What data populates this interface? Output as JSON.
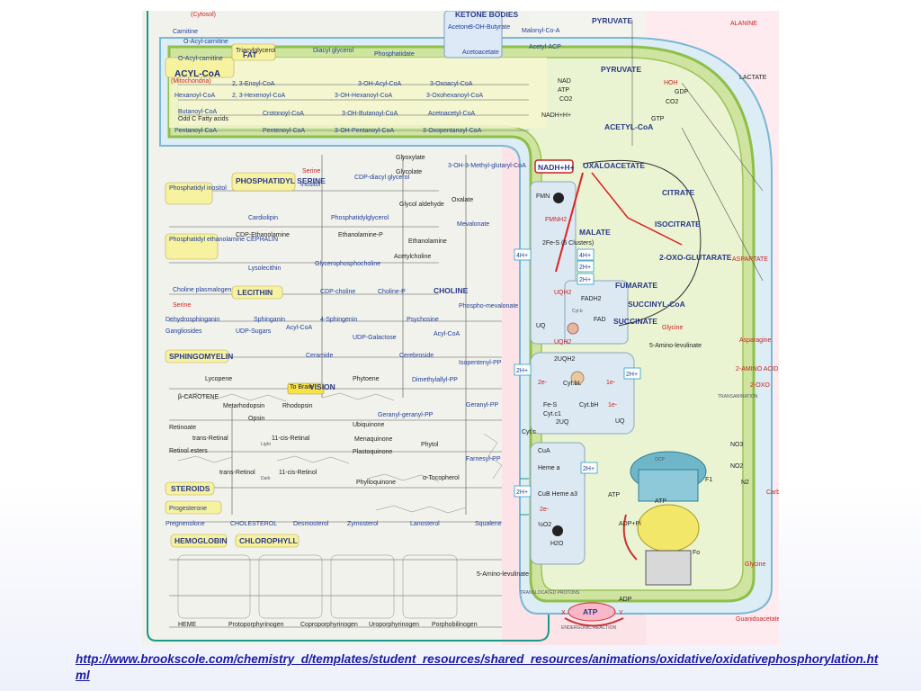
{
  "colors": {
    "page_bg": "#ffffff",
    "link": "#1a1aa8",
    "membrane_green": "#b9d77a",
    "matrix_blue": "#d9ecf4",
    "cytosol_pink": "#fbe3e8",
    "label_blue": "#1f3f9a",
    "enzyme_red": "#cc2222"
  },
  "link": {
    "text": "http://www.brookscole.com/chemistry_d/templates/student_resources/shared_resources/animations/oxidative/oxidativephosphorylation.html"
  },
  "diagram": {
    "compartments": {
      "cytosol": "(Cytosol)",
      "mitochondria": "(Mitochondria)",
      "ketone_bodies": "KETONE BODIES"
    },
    "fatty_acids": [
      {
        "id": "carnitine",
        "label": "Carnitine"
      },
      {
        "id": "o-acyl-carnitine",
        "label": "O-Acyl-carnitine"
      },
      {
        "id": "o-acyl-carnitine-mito",
        "label": "O-Acyl-carnitine"
      },
      {
        "id": "acyl-coa",
        "label": "ACYL-CoA"
      },
      {
        "id": "hexanoyl-coa",
        "label": "Hexanoyl-CoA"
      },
      {
        "id": "butanoyl-coa",
        "label": "Butanoyl-CoA"
      },
      {
        "id": "odd-c-fatty-acids",
        "label": "Odd C Fatty acids"
      },
      {
        "id": "pentanoyl-coa",
        "label": "Pentanoyl-CoA"
      },
      {
        "id": "enoyl-coa",
        "label": "2, 3-Enoyl-CoA"
      },
      {
        "id": "hexenoyl-coa",
        "label": "2, 3-Hexenoyl-CoA"
      },
      {
        "id": "crotonoyl-coa",
        "label": "Crotonoyl-CoA"
      },
      {
        "id": "pentenoyl-coa",
        "label": "Pentenoyl-CoA"
      },
      {
        "id": "oh-acyl-coa",
        "label": "3-OH-Acyl-CoA"
      },
      {
        "id": "oh-hexanoyl-coa",
        "label": "3-OH-Hexanoyl-CoA"
      },
      {
        "id": "oh-butanoyl-coa",
        "label": "3-OH-Butanoyl-CoA"
      },
      {
        "id": "oh-pentanoyl-coa",
        "label": "3-OH-Pentanoyl-CoA"
      },
      {
        "id": "oxoacyl-coa",
        "label": "3-Oxoacyl-CoA"
      },
      {
        "id": "oxohexanoyl-coa",
        "label": "3-Oxohexanoyl-CoA"
      },
      {
        "id": "acetoacetyl-coa",
        "label": "Acetoacetyl-CoA"
      },
      {
        "id": "oxopentanoyl-coa",
        "label": "3-Oxopentanoyl-CoA"
      },
      {
        "id": "triacylglycerol",
        "label": "Triacylglycerol"
      },
      {
        "id": "fat",
        "label": "FAT"
      },
      {
        "id": "diacylglycerol",
        "label": "Diacyl glycerol"
      },
      {
        "id": "phosphatidate",
        "label": "Phosphatidate"
      },
      {
        "id": "acetone",
        "label": "Acetone"
      },
      {
        "id": "oh-butyrate",
        "label": "3-OH-Butyrate"
      },
      {
        "id": "acetoacetate",
        "label": "Acetoacetate"
      },
      {
        "id": "malonyl-coa",
        "label": "Malonyl-Co-A"
      },
      {
        "id": "acetyl-acp",
        "label": "Acetyl-ACP"
      }
    ],
    "lipids": [
      {
        "id": "phosphatidylinositol",
        "label": "Phosphatidyl inositol"
      },
      {
        "id": "phosphatidylserine",
        "label": "PHOSPHATIDYL SERINE"
      },
      {
        "id": "serine-1",
        "label": "Serine"
      },
      {
        "id": "inositol",
        "label": "Inositol"
      },
      {
        "id": "cdp-diacylglycerol",
        "label": "CDP-diacyl glycerol"
      },
      {
        "id": "cardiolipin",
        "label": "Cardiolipin"
      },
      {
        "id": "phosphatidylglycerol",
        "label": "Phosphatidylglycerol"
      },
      {
        "id": "phosphatidylethanolamine",
        "label": "Phosphatidyl ethanolamine CEPHALIN"
      },
      {
        "id": "cdp-ethanolamine",
        "label": "CDP-Ethanolamine"
      },
      {
        "id": "ethanolamine-p",
        "label": "Ethanolamine-P"
      },
      {
        "id": "ethanolamine",
        "label": "Ethanolamine"
      },
      {
        "id": "lysolecithin",
        "label": "Lysolecithin"
      },
      {
        "id": "glycerophosphocholine",
        "label": "Glycerophosphocholine"
      },
      {
        "id": "acetylcholine",
        "label": "Acetylcholine"
      },
      {
        "id": "choline-plasmalogen",
        "label": "Choline plasmalogen"
      },
      {
        "id": "lecithin",
        "label": "LECITHIN"
      },
      {
        "id": "cdp-choline",
        "label": "CDP-choline"
      },
      {
        "id": "choline-p",
        "label": "Choline-P"
      },
      {
        "id": "choline",
        "label": "CHOLINE"
      },
      {
        "id": "serine-2",
        "label": "Serine"
      },
      {
        "id": "dehydrosphinganin",
        "label": "Dehydrosphinganin"
      },
      {
        "id": "sphinganin",
        "label": "Sphinganin"
      },
      {
        "id": "sphingosine",
        "label": "4-Sphingenin"
      },
      {
        "id": "psychosine",
        "label": "Psychosine"
      },
      {
        "id": "gangliosides",
        "label": "Gangliosides"
      },
      {
        "id": "udp-sugars",
        "label": "UDP-Sugars"
      },
      {
        "id": "acyl-coa-2",
        "label": "Acyl-CoA"
      },
      {
        "id": "udp-galactose",
        "label": "UDP-Galactose"
      },
      {
        "id": "acyl-coa-3",
        "label": "Acyl-CoA"
      },
      {
        "id": "sphingomyelin",
        "label": "SPHINGOMYELIN"
      },
      {
        "id": "ceramide",
        "label": "Ceramide"
      },
      {
        "id": "cerebroside",
        "label": "Cerebroside"
      },
      {
        "id": "glyoxylate",
        "label": "Glyoxylate"
      },
      {
        "id": "glycolate",
        "label": "Glycolate"
      },
      {
        "id": "oh-methylglutaryl-coa",
        "label": "3-OH-3-Methyl-glutaryl-CoA"
      },
      {
        "id": "glycol-aldehyde",
        "label": "Glycol aldehyde"
      },
      {
        "id": "oxalate",
        "label": "Oxalate"
      },
      {
        "id": "mevalonate",
        "label": "Mevalonate"
      },
      {
        "id": "phosphomevalonate",
        "label": "Phospho-mevalonate"
      }
    ],
    "isoprenoids": [
      {
        "id": "isopentenyl-pp",
        "label": "Isopentenyl-PP"
      },
      {
        "id": "dimethylallyl-pp",
        "label": "Dimethylallyl-PP"
      },
      {
        "id": "geranyl-pp",
        "label": "Geranyl-PP"
      },
      {
        "id": "geranyl-geranyl-pp",
        "label": "Geranyl-geranyl-PP"
      },
      {
        "id": "farnesyl-pp",
        "label": "Farnesyl-PP"
      },
      {
        "id": "lycopene",
        "label": "Lycopene"
      },
      {
        "id": "phytoene",
        "label": "Phytoene"
      },
      {
        "id": "beta-carotene",
        "label": "β-CAROTENE"
      },
      {
        "id": "to-brain",
        "label": "To Brain"
      },
      {
        "id": "vision",
        "label": "VISION"
      },
      {
        "id": "metarhodopsin",
        "label": "Metarhodopsin"
      },
      {
        "id": "rhodopsin",
        "label": "Rhodopsin"
      },
      {
        "id": "opsin",
        "label": "Opsin"
      },
      {
        "id": "retinoate",
        "label": "Retinoate"
      },
      {
        "id": "trans-retinal",
        "label": "trans-Retinal"
      },
      {
        "id": "cis-retinal",
        "label": "11-cis-Retinal"
      },
      {
        "id": "light",
        "label": "Light"
      },
      {
        "id": "retinol-esters",
        "label": "Retinol esters"
      },
      {
        "id": "trans-retinol",
        "label": "trans-Retinol"
      },
      {
        "id": "cis-retinol",
        "label": "11-cis-Retinol"
      },
      {
        "id": "dark",
        "label": "Dark"
      },
      {
        "id": "ubiquinone",
        "label": "Ubiquinone"
      },
      {
        "id": "menaquinone",
        "label": "Menaquinone"
      },
      {
        "id": "plastoquinone",
        "label": "Plastoquinone"
      },
      {
        "id": "phytol",
        "label": "Phytol"
      },
      {
        "id": "phylloquinone",
        "label": "Phylloquinone"
      },
      {
        "id": "tocopherol",
        "label": "α-Tocopherol"
      },
      {
        "id": "steroids",
        "label": "STEROIDS"
      },
      {
        "id": "progesterone",
        "label": "Progesterone"
      },
      {
        "id": "pregnenolone",
        "label": "Pregnenolone"
      },
      {
        "id": "cholesterol",
        "label": "CHOLESTEROL"
      },
      {
        "id": "desmosterol",
        "label": "Desmosterol"
      },
      {
        "id": "zymosterol",
        "label": "Zymosterol"
      },
      {
        "id": "lanosterol",
        "label": "Lanosterol"
      },
      {
        "id": "squalene",
        "label": "Squalene"
      }
    ],
    "porphyrins": [
      {
        "id": "hemoglobin",
        "label": "HEMOGLOBIN"
      },
      {
        "id": "chlorophyll",
        "label": "CHLOROPHYLL"
      },
      {
        "id": "heme",
        "label": "HEME"
      },
      {
        "id": "protoporphyrinogen",
        "label": "Protoporphyrinogen"
      },
      {
        "id": "coproporphyrinogen",
        "label": "Coproporphyrinogen"
      },
      {
        "id": "uroporphyrinogen",
        "label": "Uroporphyrinogen"
      },
      {
        "id": "porphobilinogen",
        "label": "Porphobilinogen"
      },
      {
        "id": "aminolevulinate",
        "label": "5-Amino-levulinate"
      },
      {
        "id": "translocated-protons",
        "label": "TRANSLOCATED PROTONS"
      }
    ],
    "citric_acid_cycle": [
      {
        "id": "pyruvate-top",
        "label": "PYRUVATE"
      },
      {
        "id": "pyruvate",
        "label": "PYRUVATE"
      },
      {
        "id": "acetyl-coa",
        "label": "ACETYL-CoA"
      },
      {
        "id": "oxaloacetate",
        "label": "OXALOACETATE"
      },
      {
        "id": "citrate",
        "label": "CITRATE"
      },
      {
        "id": "isocitrate",
        "label": "ISOCITRATE"
      },
      {
        "id": "oxoglutarate",
        "label": "2-OXO-GLUTARATE"
      },
      {
        "id": "succinyl-coa",
        "label": "SUCCINYL-CoA"
      },
      {
        "id": "succinate",
        "label": "SUCCINATE"
      },
      {
        "id": "fumarate",
        "label": "FUMARATE"
      },
      {
        "id": "malate",
        "label": "MALATE"
      },
      {
        "id": "alanine",
        "label": "ALANINE"
      },
      {
        "id": "lactate",
        "label": "LACTATE"
      },
      {
        "id": "aspartate",
        "label": "ASPARTATE"
      },
      {
        "id": "asparagine",
        "label": "Asparagine"
      },
      {
        "id": "amino-acid",
        "label": "2-AMINO ACID"
      },
      {
        "id": "oxo-acid",
        "label": "2-OXO"
      },
      {
        "id": "glycine",
        "label": "Glycine"
      },
      {
        "id": "glycine-2",
        "label": "Glycine"
      },
      {
        "id": "amino-levulinate-2",
        "label": "5-Amino-levulinate"
      },
      {
        "id": "guanidoacetate",
        "label": "Guanidoacetate"
      },
      {
        "id": "no3",
        "label": "NO3"
      },
      {
        "id": "no2",
        "label": "NO2"
      },
      {
        "id": "n2",
        "label": "N2"
      },
      {
        "id": "carb",
        "label": "Carb"
      },
      {
        "id": "transamination",
        "label": "TRANSAMINATION"
      },
      {
        "id": "nad",
        "label": "NAD"
      },
      {
        "id": "atp",
        "label": "ATP"
      },
      {
        "id": "co2",
        "label": "CO2"
      },
      {
        "id": "nadh-h",
        "label": "NADH+H+"
      },
      {
        "id": "hoh",
        "label": "HOH"
      },
      {
        "id": "gdp",
        "label": "GDP"
      },
      {
        "id": "gtp",
        "label": "GTP"
      },
      {
        "id": "co2-2",
        "label": "CO2"
      }
    ],
    "electron_transport": [
      {
        "id": "nadh-h-et",
        "label": "NADH+H+"
      },
      {
        "id": "fmn",
        "label": "FMN"
      },
      {
        "id": "fmnh2",
        "label": "FMNH2"
      },
      {
        "id": "fe-s-clusters",
        "label": "2Fe-S (5 Clusters)"
      },
      {
        "id": "4h-1",
        "label": "4H+"
      },
      {
        "id": "4h-2",
        "label": "4H+"
      },
      {
        "id": "2h-1",
        "label": "2H+"
      },
      {
        "id": "2h-2",
        "label": "2H+"
      },
      {
        "id": "2h-3",
        "label": "2H+"
      },
      {
        "id": "2h-4",
        "label": "2H+"
      },
      {
        "id": "2h-5",
        "label": "2H+"
      },
      {
        "id": "2h-6",
        "label": "2H+"
      },
      {
        "id": "uqh2-1",
        "label": "UQH2"
      },
      {
        "id": "uqh2-2",
        "label": "UQH2"
      },
      {
        "id": "uq-1",
        "label": "UQ"
      },
      {
        "id": "uq-2",
        "label": "UQ"
      },
      {
        "id": "fadh2",
        "label": "FADH2"
      },
      {
        "id": "fad",
        "label": "FAD"
      },
      {
        "id": "fe-s",
        "label": "Fe-S"
      },
      {
        "id": "cyt-b",
        "label": "Cyt.b"
      },
      {
        "id": "cyt-bl",
        "label": "Cyt.bL"
      },
      {
        "id": "cyt-bh",
        "label": "Cyt.bH"
      },
      {
        "id": "cyt-c1",
        "label": "Cyt.c1"
      },
      {
        "id": "cyt-c",
        "label": "Cyt.c"
      },
      {
        "id": "cua",
        "label": "CuA"
      },
      {
        "id": "heme-a",
        "label": "Heme a"
      },
      {
        "id": "heme-a3",
        "label": "CuB Heme a3"
      },
      {
        "id": "uq2",
        "label": "2UQH2"
      },
      {
        "id": "2uq",
        "label": "2UQ"
      },
      {
        "id": "2e-1",
        "label": "2e-"
      },
      {
        "id": "2e-2",
        "label": "2e-"
      },
      {
        "id": "1e-1",
        "label": "1e-"
      },
      {
        "id": "1e-2",
        "label": "1e-"
      },
      {
        "id": "half-o2",
        "label": "½O2"
      },
      {
        "id": "h2o",
        "label": "H2O"
      },
      {
        "id": "atp-synthase",
        "label": "ATP"
      },
      {
        "id": "adp-pi",
        "label": "ADP+Pi"
      },
      {
        "id": "atp-2",
        "label": "ATP"
      },
      {
        "id": "adp",
        "label": "ADP"
      },
      {
        "id": "atp-main",
        "label": "ATP"
      },
      {
        "id": "x",
        "label": "X"
      },
      {
        "id": "y",
        "label": "Y"
      },
      {
        "id": "endergonic",
        "label": "ENDERGONIC REACTION"
      },
      {
        "id": "f1",
        "label": "F1"
      },
      {
        "id": "fo",
        "label": "Fo"
      },
      {
        "id": "ocp",
        "label": "OCP"
      }
    ]
  }
}
